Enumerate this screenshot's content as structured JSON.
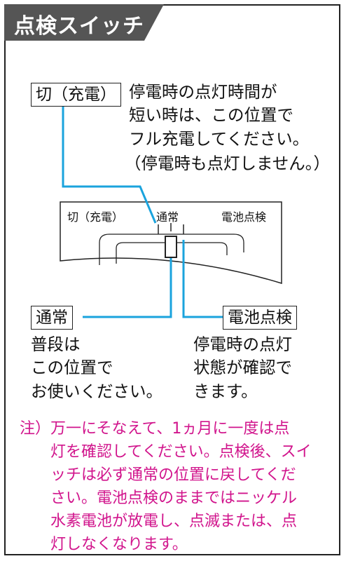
{
  "header": {
    "title": "点検スイッチ",
    "bg_color": "#555555"
  },
  "callouts": {
    "off_label": "切（充電）",
    "off_desc": [
      "停電時の点灯時間が",
      "短い時は、この位置で",
      "フル充電してください。",
      "（停電時も点灯しません。）"
    ],
    "normal_label": "通常",
    "normal_desc": [
      "普段は",
      "この位置で",
      "お使いください。"
    ],
    "battery_label": "電池点検",
    "battery_desc": [
      "停電時の点灯",
      "状態が確認で",
      "きます。"
    ]
  },
  "switch": {
    "off_label": "切（充電）",
    "normal_label": "通常",
    "battery_label": "電池点検"
  },
  "note": {
    "color": "#d1148c",
    "lines": [
      "注）万一にそなえて、1ヵ月に一度は点",
      "灯を確認してください。点検後、スイ",
      "ッチは必ず通常の位置に戻してくだ",
      "さい。電池点検のままではニッケル",
      "水素電池が放電し、点滅または、点",
      "灯しなくなります。"
    ]
  },
  "line_color": "#1aa3dd"
}
